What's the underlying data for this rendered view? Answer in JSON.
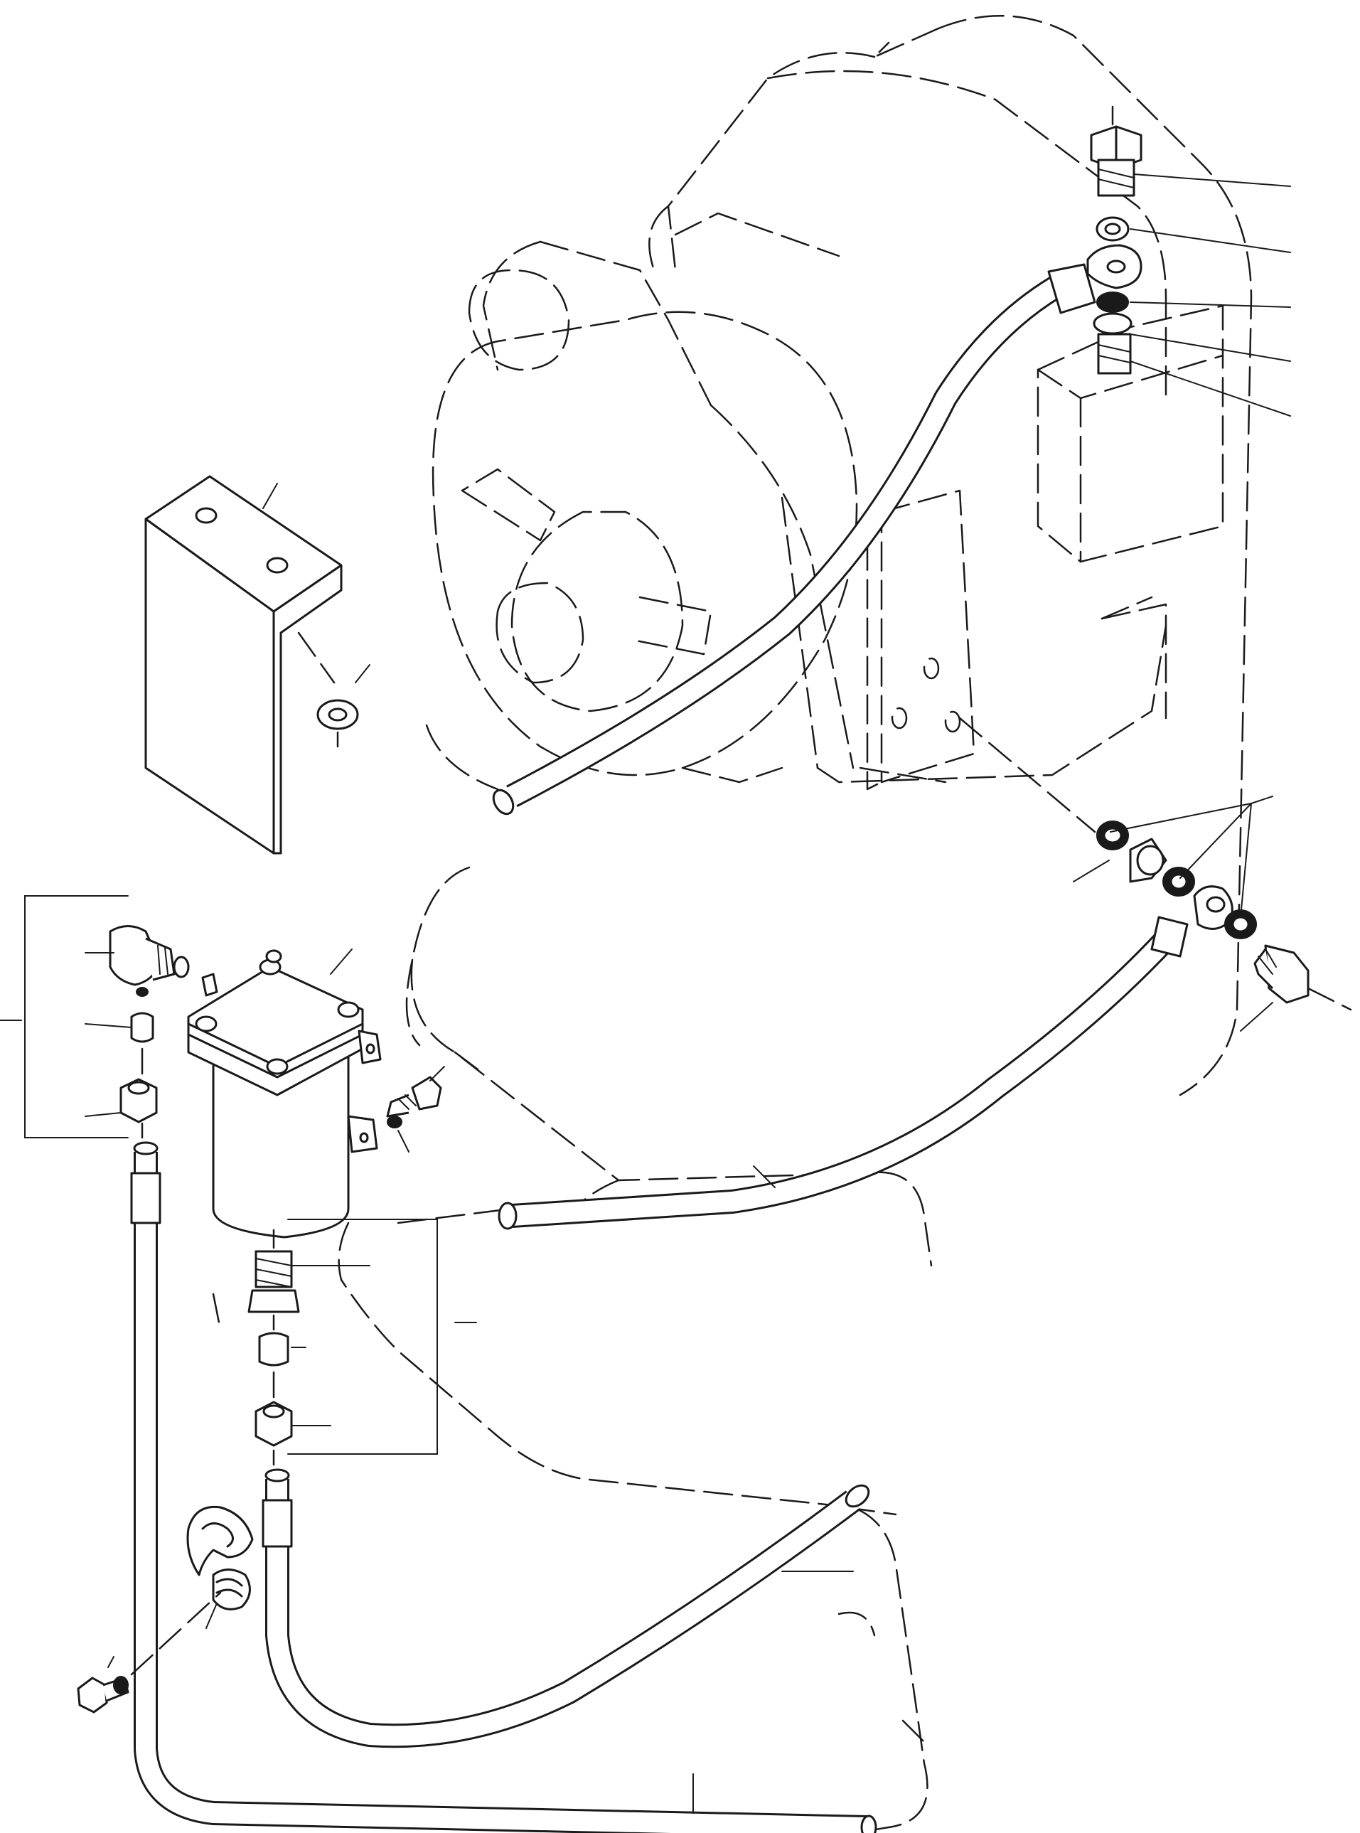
{
  "diagram": {
    "description_visible_text": [],
    "components": [
      {
        "id": "alternator-housing",
        "style": "hidden-outline"
      },
      {
        "id": "fuel-tank",
        "style": "hidden-outline"
      },
      {
        "id": "mounting-bracket",
        "style": "solid"
      },
      {
        "id": "fuel-filter",
        "style": "solid"
      },
      {
        "id": "banjo-bolt-upper",
        "style": "solid"
      },
      {
        "id": "banjo-bolt-lower",
        "style": "solid"
      },
      {
        "id": "fuel-hose-upper",
        "style": "solid"
      },
      {
        "id": "fuel-hose-lower",
        "style": "solid"
      },
      {
        "id": "hose-clamp",
        "style": "solid"
      },
      {
        "id": "fitting-group-left",
        "style": "solid"
      },
      {
        "id": "fitting-group-lower",
        "style": "solid"
      }
    ],
    "callout_count": 24
  }
}
